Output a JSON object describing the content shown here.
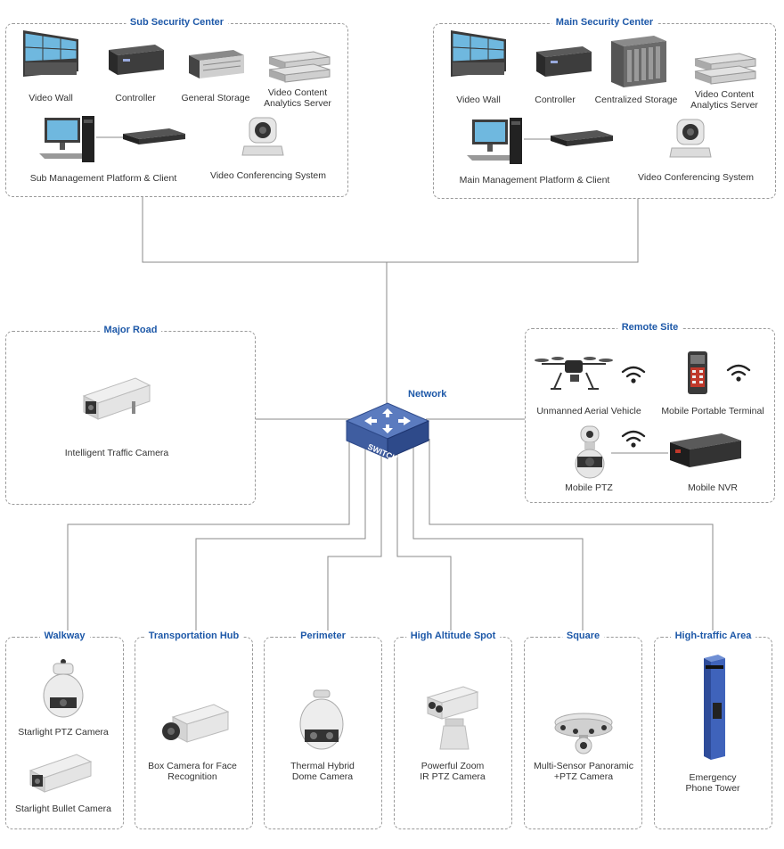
{
  "network": {
    "title": "Network",
    "switch_label": "SWITCH"
  },
  "zones": {
    "sub_center": {
      "title": "Sub Security Center",
      "video_wall": "Video Wall",
      "controller": "Controller",
      "storage": "General Storage",
      "analytics_1": "Video Content",
      "analytics_2": "Analytics Server",
      "platform": "Sub Management Platform & Client",
      "conference": "Video Conferencing System"
    },
    "main_center": {
      "title": "Main Security Center",
      "video_wall": "Video Wall",
      "controller": "Controller",
      "storage": "Centralized Storage",
      "analytics_1": "Video Content",
      "analytics_2": "Analytics Server",
      "platform": "Main Management Platform & Client",
      "conference": "Video Conferencing System"
    },
    "major_road": {
      "title": "Major Road",
      "camera": "Intelligent Traffic Camera"
    },
    "remote_site": {
      "title": "Remote Site",
      "uav": "Unmanned Aerial Vehicle",
      "terminal": "Mobile Portable Terminal",
      "ptz": "Mobile PTZ",
      "nvr": "Mobile NVR"
    },
    "walkway": {
      "title": "Walkway",
      "ptz": "Starlight PTZ Camera",
      "bullet": "Starlight Bullet Camera"
    },
    "transport": {
      "title": "Transportation Hub",
      "cam_1": "Box Camera for Face",
      "cam_2": "Recognition"
    },
    "perimeter": {
      "title": "Perimeter",
      "cam_1": "Thermal Hybrid",
      "cam_2": "Dome Camera"
    },
    "altitude": {
      "title": "High Altitude Spot",
      "cam_1": "Powerful Zoom",
      "cam_2": "IR PTZ Camera"
    },
    "square": {
      "title": "Square",
      "cam_1": "Multi-Sensor Panoramic",
      "cam_2": "+PTZ Camera"
    },
    "traffic_area": {
      "title": "High-traffic Area",
      "dev_1": "Emergency",
      "dev_2": "Phone Tower"
    }
  }
}
